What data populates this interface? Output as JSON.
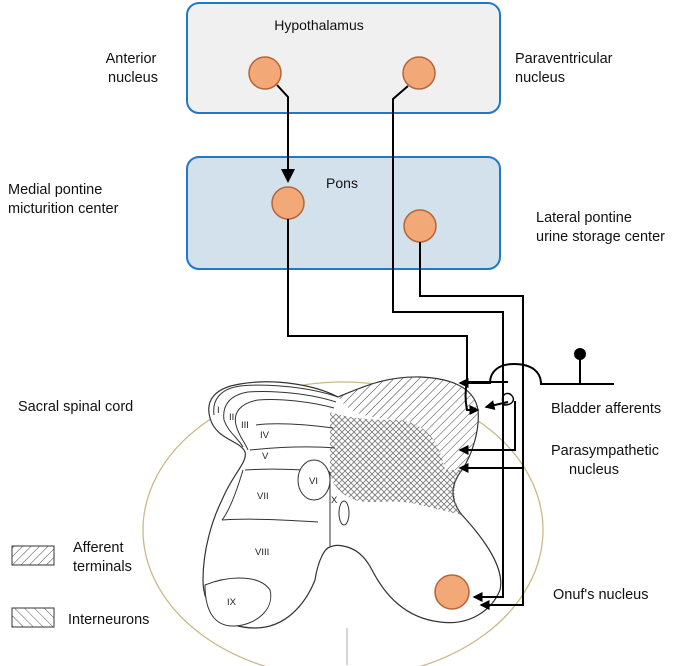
{
  "boxes": {
    "hypothalamus": "Hypothalamus",
    "pons": "Pons"
  },
  "labels": {
    "anterior_nucleus": [
      "Anterior",
      "nucleus"
    ],
    "paraventricular_nucleus": [
      "Paraventricular",
      "nucleus"
    ],
    "medial_pontine": [
      "Medial pontine",
      "micturition center"
    ],
    "lateral_pontine": [
      "Lateral pontine",
      "urine storage center"
    ],
    "sacral_spinal_cord": "Sacral spinal cord",
    "bladder_afferents": "Bladder afferents",
    "parasympathetic_nucleus": [
      "Parasympathetic",
      "nucleus"
    ],
    "onufs_nucleus": "Onuf's nucleus"
  },
  "legend": {
    "afferent_terminals": [
      "Afferent",
      "terminals"
    ],
    "interneurons": "Interneurons"
  },
  "laminae": [
    "I",
    "II",
    "III",
    "IV",
    "V",
    "VI",
    "VII",
    "VIII",
    "IX",
    "X"
  ],
  "colors": {
    "box_gray": "#f0f0f0",
    "box_blue": "#d2e1ec",
    "box_border": "#1f78c8",
    "nucleus_fill": "#f3a877",
    "nucleus_stroke": "#b5653a",
    "cord_outline": "#c9b98a"
  }
}
